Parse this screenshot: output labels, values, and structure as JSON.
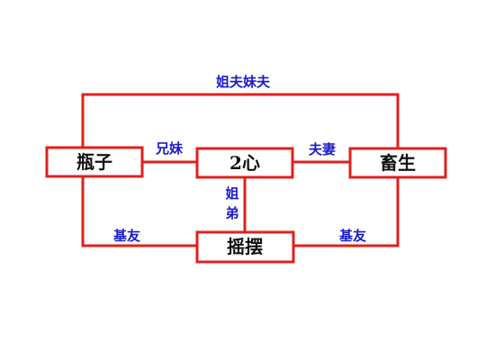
{
  "diagram": {
    "nodes": {
      "pingzi": {
        "label": "瓶子"
      },
      "erxin": {
        "label": "2心"
      },
      "chusheng": {
        "label": "畜生"
      },
      "yaobai": {
        "label": "摇摆"
      }
    },
    "edges": {
      "top": {
        "label": "姐夫妹夫"
      },
      "pingzi_erxin": {
        "label": "兄妹"
      },
      "erxin_chusheng": {
        "label": "夫妻"
      },
      "erxin_yaobai": {
        "label_line1": "姐",
        "label_line2": "弟"
      },
      "pingzi_yaobai": {
        "label": "基友"
      },
      "chusheng_yaobai": {
        "label": "基友"
      }
    },
    "colors": {
      "line": "#e0201c",
      "node_text": "#111111",
      "edge_text": "#1a1acc"
    }
  }
}
